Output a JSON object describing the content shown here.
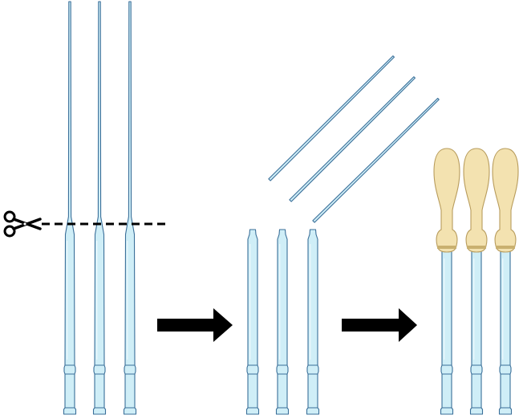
{
  "diagram": {
    "steps": [
      {
        "id": "intact-pipettes",
        "count": 3
      },
      {
        "id": "cut-pipettes",
        "count": 3
      },
      {
        "id": "pipettes-with-caps",
        "count": 3
      }
    ],
    "icons": [
      "scissors-icon",
      "right-arrow-icon",
      "right-arrow-icon"
    ],
    "colors": {
      "glass_fill": "#cfeef7",
      "glass_stroke": "#3a6f99",
      "cap_fill": "#f3e2b0",
      "cap_stroke": "#b89c5c",
      "arrow": "#000000",
      "cut_line": "#000000"
    }
  }
}
